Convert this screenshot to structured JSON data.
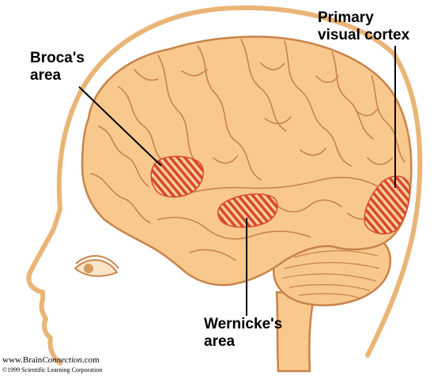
{
  "labels": {
    "broca": {
      "line1": "Broca's",
      "line2": "area"
    },
    "visual": {
      "line1": "Primary",
      "line2": "visual cortex"
    },
    "wernicke": {
      "line1": "Wernicke's",
      "line2": "area"
    }
  },
  "credit": {
    "site_prefix": "www.Brain",
    "site_italic": "Connection",
    "site_suffix": ".com",
    "copyright": "©1999 Scientific Learning Corporation"
  },
  "colors": {
    "brain_fill": "#f9c88d",
    "brain_outline": "#c8834a",
    "region_fill": "#d8482a",
    "head_outline": "#e8b070"
  }
}
